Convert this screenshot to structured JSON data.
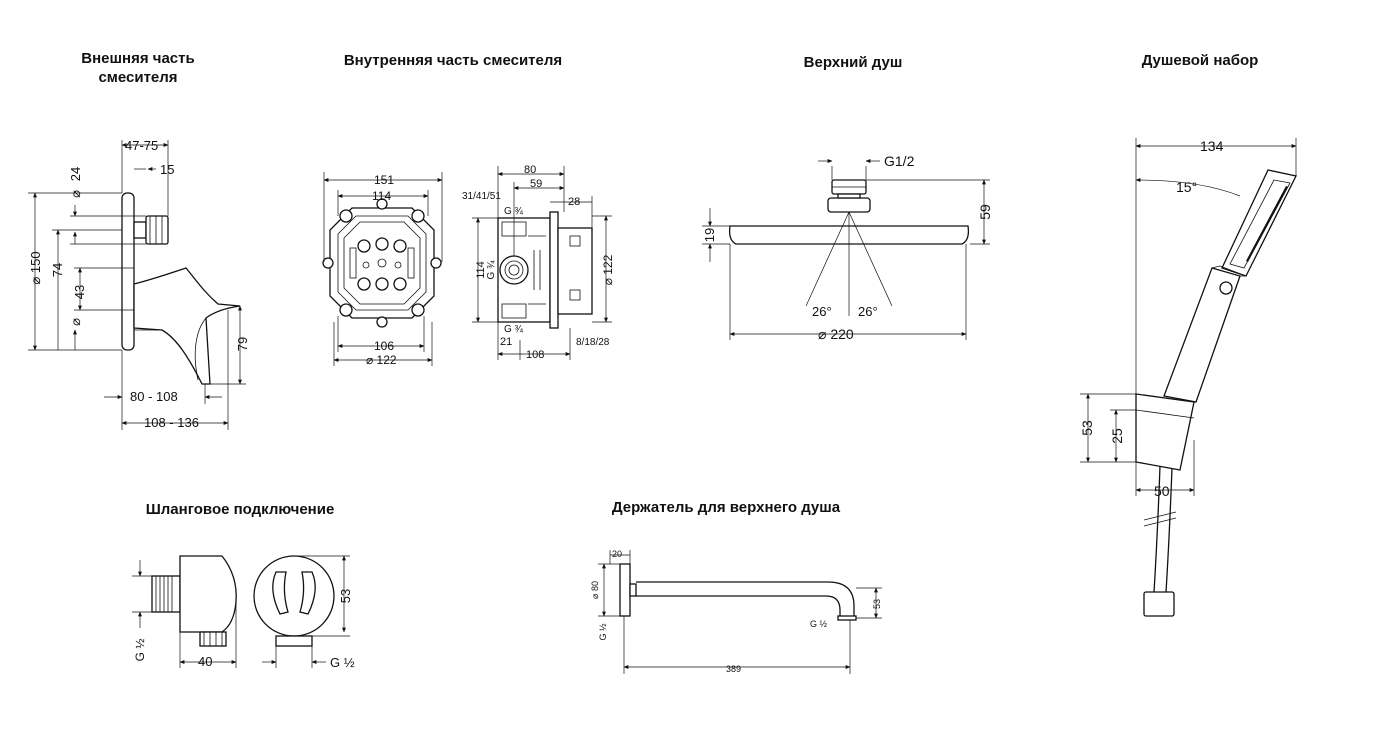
{
  "titles": {
    "outer_mixer": [
      "Внешняя часть",
      "смесителя"
    ],
    "inner_mixer": "Внутренняя часть смесителя",
    "overhead_shower": "Верхний душ",
    "shower_set": "Душевой набор",
    "hose_connection": "Шланговое подключение",
    "shower_arm": "Держатель для верхнего душа"
  },
  "outer_mixer_dims": {
    "top": "47-75",
    "d24": "24",
    "d15": "15",
    "d150": "⌀ 150",
    "d74": "74",
    "d43": "43",
    "dia": "⌀",
    "d79": "79",
    "w80_108": "80 - 108",
    "w108_136": "108 - 136"
  },
  "inner_mixer_dims": {
    "d151": "151",
    "d114": "114",
    "d106": "106",
    "d122": "⌀ 122",
    "s80": "80",
    "s59": "59",
    "s314151": "31/41/51",
    "s28": "28",
    "g34": "G ¾",
    "s114": "114",
    "s122": "⌀ 122",
    "s21": "21",
    "s108": "108",
    "s81828": "8/18/28"
  },
  "overhead_dims": {
    "g12": "G1/2",
    "d59": "59",
    "d19": "19",
    "a26": "26°",
    "d220": "⌀ 220"
  },
  "shower_set_dims": {
    "d134": "134",
    "a15": "15°",
    "d53": "53",
    "d25": "25",
    "d50": "50"
  },
  "hose_dims": {
    "g12": "G ½",
    "d40": "40",
    "d53": "53"
  },
  "arm_dims": {
    "d20": "20",
    "d80": "⌀ 80",
    "g12": "G ½",
    "d53": "53",
    "d389": "389"
  }
}
